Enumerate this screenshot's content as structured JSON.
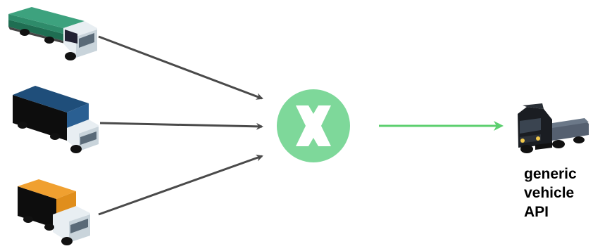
{
  "diagram": {
    "target_label": [
      "generic",
      "vehicle",
      "API"
    ],
    "hub_icon": "x-logo-icon",
    "source_icons": [
      "green-flatbed-truck-icon",
      "blue-box-truck-icon",
      "orange-box-truck-icon"
    ],
    "target_icon": "tractor-truck-icon"
  },
  "colors": {
    "hub": "#7ed89a",
    "input_arrows": "#4a4a4a",
    "output_arrow": "#5ccf6f",
    "truck_green": "#2e8b6a",
    "truck_blue": "#1f4e7a",
    "truck_orange": "#f0a030"
  }
}
